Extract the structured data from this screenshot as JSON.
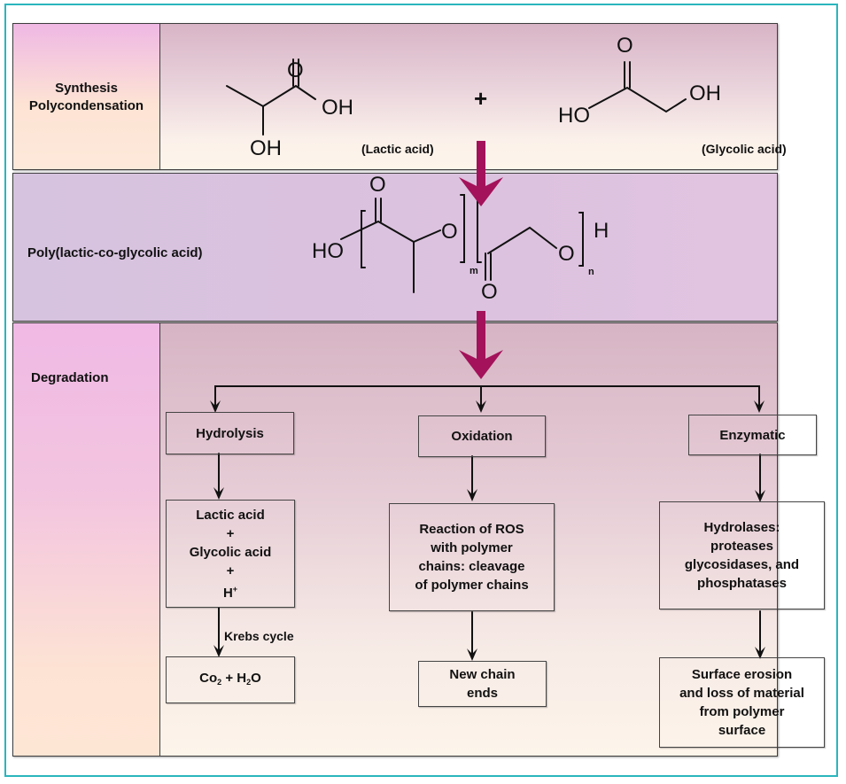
{
  "colors": {
    "frame_border": "#2bb5bd",
    "arrow": "#a3125a",
    "text": "#111111"
  },
  "row_synthesis": {
    "label_line1": "Synthesis",
    "label_line2": "Polycondensation",
    "lactic_acid": {
      "atoms": {
        "o_top": "O",
        "oh_right": "OH",
        "oh_bottom": "OH"
      },
      "caption": "(Lactic acid)"
    },
    "plus": "+",
    "glycolic_acid": {
      "atoms": {
        "o_top": "O",
        "ho_left": "HO",
        "oh_right": "OH"
      },
      "caption": "(Glycolic acid)"
    }
  },
  "row_polymer": {
    "label": "Poly(lactic-co-glycolic acid)",
    "atoms": {
      "ho": "HO",
      "o_carbonyl_top": "O",
      "o_ester_1": "O",
      "subscript_m": "m",
      "o_carbonyl_bottom": "O",
      "o_ester_2": "O",
      "h_end": "H",
      "subscript_n": "n"
    }
  },
  "row_degradation": {
    "label": "Degradation",
    "branches": [
      {
        "title": "Hydrolysis",
        "step1_lines": [
          "Lactic acid",
          "+",
          "Glycolic acid",
          "+"
        ],
        "step1_h": "H",
        "step1_h_sup": "+",
        "edge_label": "Krebs cycle",
        "step2_co": "Co",
        "step2_sub1": "2",
        "step2_plus": " + H",
        "step2_sub2": "2",
        "step2_o": "O"
      },
      {
        "title": "Oxidation",
        "step1_lines": [
          "Reaction of ROS",
          "with polymer",
          "chains: cleavage",
          "of polymer chains"
        ],
        "step2_lines": [
          "New chain",
          "ends"
        ]
      },
      {
        "title": "Enzymatic",
        "step1_lines": [
          "Hydrolases:",
          "proteases",
          "glycosidases, and",
          "phosphatases"
        ],
        "step2_lines": [
          "Surface erosion",
          "and loss of material",
          "from polymer",
          "surface"
        ]
      }
    ]
  }
}
